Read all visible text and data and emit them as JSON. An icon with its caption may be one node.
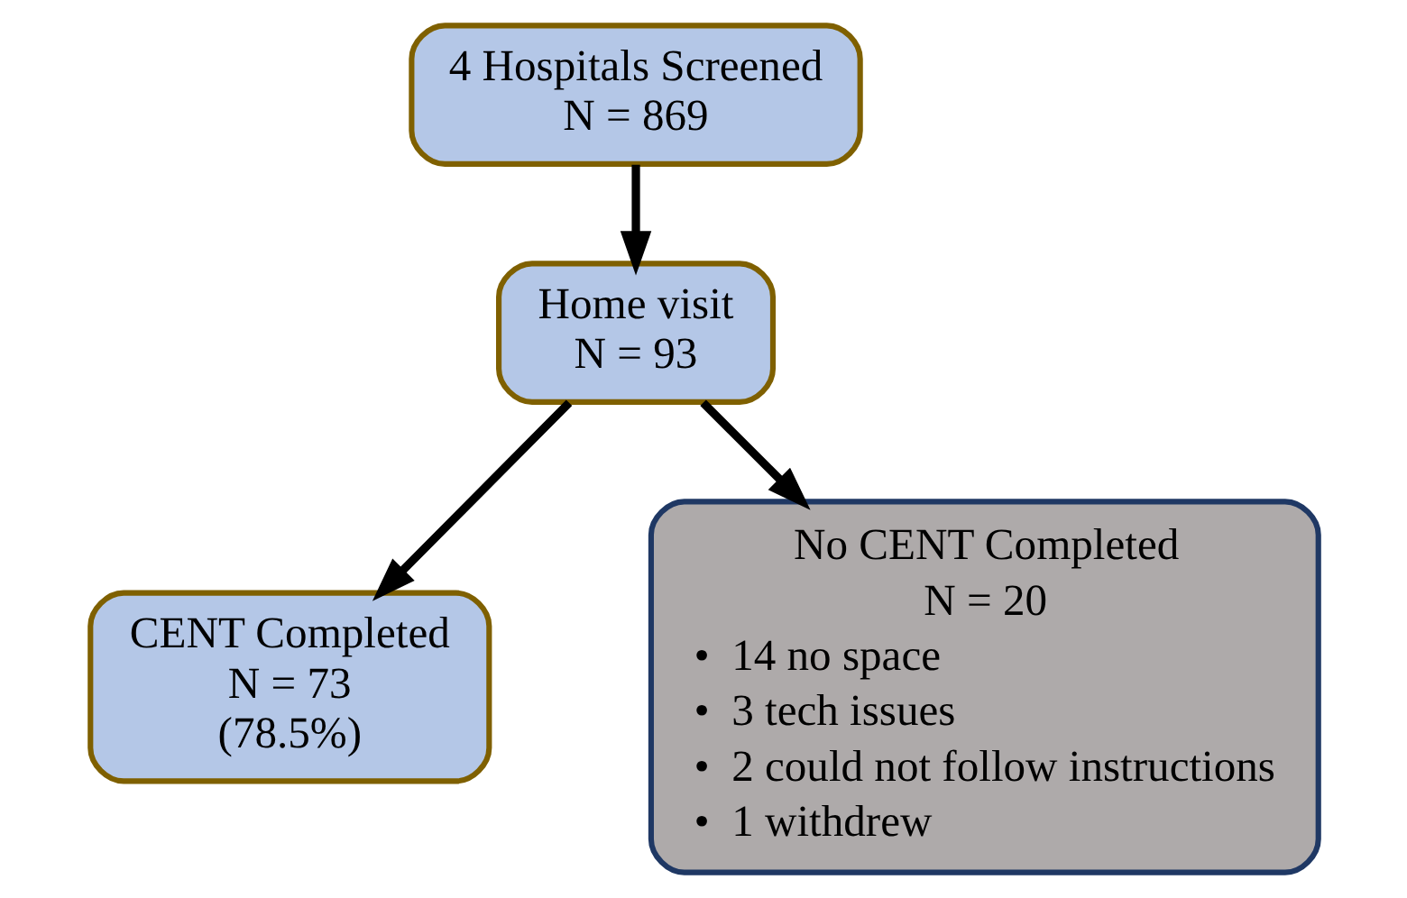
{
  "diagram": {
    "nodes": [
      {
        "text": [
          "4 Hospitals Screened",
          "N = 869"
        ]
      },
      {
        "text": [
          "Home visit",
          "N = 93"
        ]
      },
      {
        "text": [
          "No CENT Completed",
          "N = 20",
          "•  14 no space",
          "•  3 tech issues",
          "•  2 could not follow instructions",
          "•  1 withdrew"
        ]
      },
      {
        "text": [
          "CENT Completed",
          "N = 73",
          "(78.5%)"
        ]
      }
    ],
    "edges": [
      {
        "from": 0,
        "to": 1,
        "arrow": "to"
      },
      {
        "from": 1,
        "to": 2,
        "arrow": "to"
      },
      {
        "from": 1,
        "to": 3,
        "arrow": "to"
      }
    ]
  }
}
